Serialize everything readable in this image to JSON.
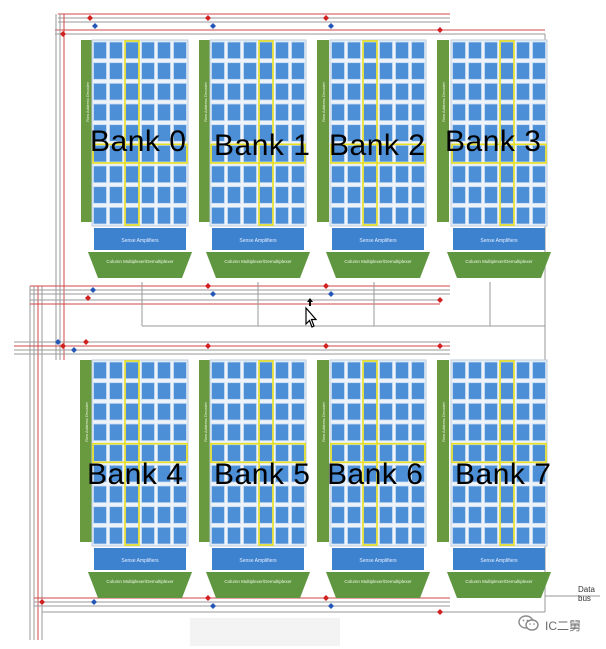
{
  "banks": [
    {
      "label": "Bank 0",
      "sense_label": "Sense Amplifiers",
      "mux_label": "Column Multiplexer/Demultiplexer",
      "decoder_label": "Row Address Decoder"
    },
    {
      "label": "Bank 1",
      "sense_label": "Sense Amplifiers",
      "mux_label": "Column Multiplexer/Demultiplexer",
      "decoder_label": "Row Address Decoder"
    },
    {
      "label": "Bank 2",
      "sense_label": "Sense Amplifiers",
      "mux_label": "Column Multiplexer/Demultiplexer",
      "decoder_label": "Row Address Decoder"
    },
    {
      "label": "Bank 3",
      "sense_label": "Sense Amplifiers",
      "mux_label": "Column Multiplexer/Demultiplexer",
      "decoder_label": "Row Address Decoder"
    },
    {
      "label": "Bank 4",
      "sense_label": "Sense Amplifiers",
      "mux_label": "Column Multiplexer/Demultiplexer",
      "decoder_label": "Row Address Decoder"
    },
    {
      "label": "Bank 5",
      "sense_label": "Sense Amplifiers",
      "mux_label": "Column Multiplexer/Demultiplexer",
      "decoder_label": "Row Address Decoder"
    },
    {
      "label": "Bank 6",
      "sense_label": "Sense Amplifiers",
      "mux_label": "Column Multiplexer/Demultiplexer",
      "decoder_label": "Row Address Decoder"
    },
    {
      "label": "Bank 7",
      "sense_label": "Sense Amplifiers",
      "mux_label": "Column Multiplexer/Demultiplexer",
      "decoder_label": "Row Address Decoder"
    }
  ],
  "data_bus_label": "Data bus",
  "watermark": "IC二舅",
  "colors": {
    "decoder_green": "#6a9a40",
    "cell_blue": "#4c8fd6",
    "cell_light": "#c8dcf2",
    "highlight_yellow": "#e8e020",
    "sense_blue": "#3d82cf",
    "mux_green": "#5f9640",
    "bus_red": "#d04848",
    "bus_gray": "#9a9a9a",
    "node_blue": "#2456b8",
    "node_red": "#d02020"
  },
  "icons": {
    "cursor": "move-cursor-icon",
    "watermark": "wechat-icon"
  }
}
